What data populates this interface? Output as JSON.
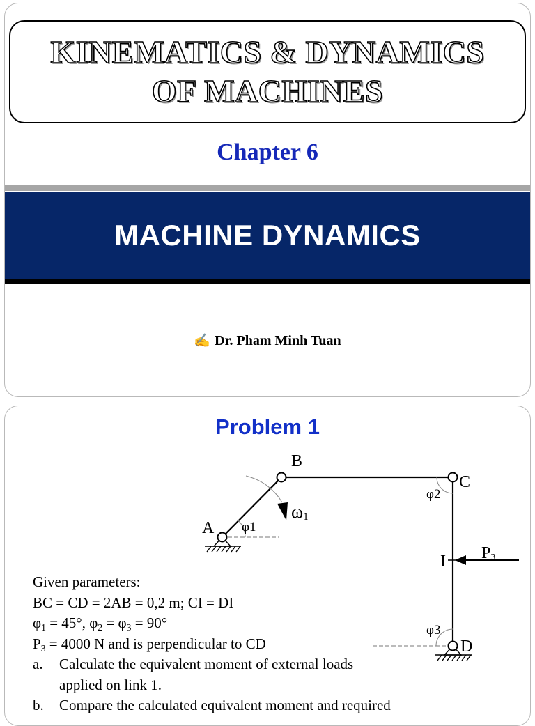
{
  "slide1": {
    "title_line1": "KINEMATICS & DYNAMICS",
    "title_line2": "OF MACHINES",
    "chapter": "Chapter 6",
    "section_title": "MACHINE DYNAMICS",
    "author_icon": "pen-writing-icon",
    "author": "Dr. Pham Minh Tuan"
  },
  "slide2": {
    "title": "Problem 1",
    "diagram_labels": {
      "A": "A",
      "B": "B",
      "C": "C",
      "D": "D",
      "I": "I",
      "phi1": "φ1",
      "phi2": "φ2",
      "phi3": "φ3",
      "omega": "ω",
      "omega_sub": "1",
      "P": "P",
      "P_sub": "3"
    },
    "given": {
      "heading": "Given parameters:",
      "line1": "BC = CD = 2AB = 0,2 m; CI = DI",
      "line2_a": "φ",
      "line2_b": " = 45°, φ",
      "line2_c": " = φ",
      "line2_d": " = 90°",
      "sub1": "1",
      "sub2": "2",
      "sub3": "3",
      "line3_a": "P",
      "line3_b": " = 4000 N and is perpendicular to CD",
      "a_marker": "a.",
      "a_text_1": "Calculate the equivalent moment of external loads",
      "a_text_2": "applied on link 1.",
      "b_marker": "b.",
      "b_text": "Compare the calculated equivalent moment and required"
    }
  },
  "colors": {
    "chapter_blue": "#1528b8",
    "band_navy": "#062668",
    "problem_blue": "#1230c8"
  }
}
